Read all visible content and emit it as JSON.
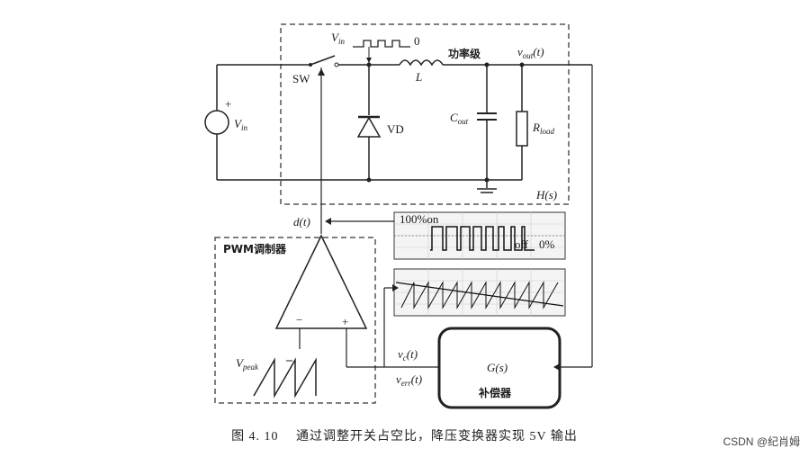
{
  "labels": {
    "vin_source": "V",
    "vin_source_sub": "in",
    "vin_pulse": "V",
    "vin_pulse_sub": "in",
    "pulse_zero": "0",
    "plus_sign": "+",
    "sw": "SW",
    "inductor": "L",
    "power_stage": "功率级",
    "vout": "v",
    "vout_sub": "out",
    "vout_t": "(t)",
    "vd": "VD",
    "cout": "C",
    "cout_sub": "out",
    "rload": "R",
    "rload_sub": "load",
    "hs": "H(s)",
    "dt": "d(t)",
    "pwm_box": "PWM调制器",
    "duty_100": "100%on",
    "duty_off": "off",
    "duty_0": "0%",
    "vpeak": "V",
    "vpeak_sub": "peak",
    "minus": "−",
    "plus": "+",
    "vc": "v",
    "vc_sub": "c",
    "vc_t": "(t)",
    "verr": "v",
    "verr_sub": "err",
    "verr_t": "(t)",
    "gs": "G(s)",
    "comp": "补偿器"
  },
  "caption": "图 4. 10　 通过调整开关占空比，降压变换器实现 5V 输出",
  "watermark": "CSDN @纪肖姆"
}
